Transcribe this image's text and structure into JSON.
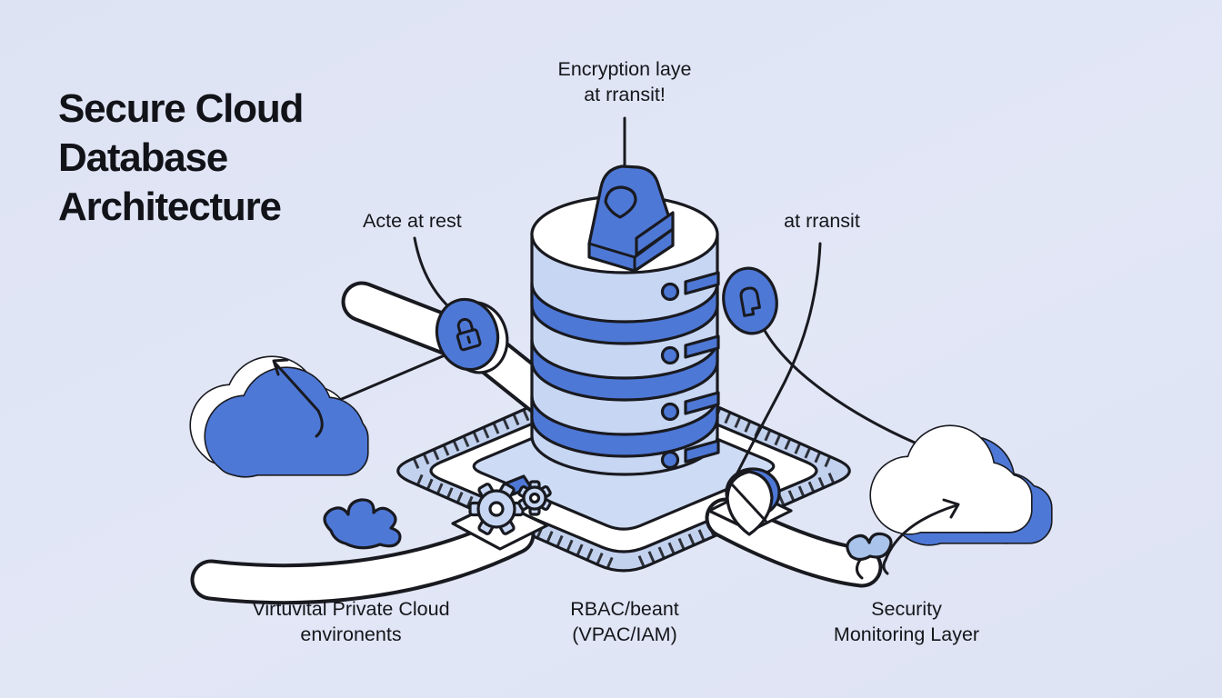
{
  "title": "Secure Cloud\nDatabase\nArchitecture",
  "labels": {
    "encryption": "Encryption laye\nat rransit!",
    "at_rest": "Acte at rest",
    "in_transit": "at rransit",
    "vpc": "Virtuvital Private Cloud\nenvironents",
    "rbac": "RBAC/beant\n(VPAC/IAM)",
    "security": "Security\nMonitoring Layer"
  },
  "icons": {
    "top_of_database": "padlock-icon",
    "left_junction": "padlock-coin-icon",
    "right_junction": "document-lock-coin-icon",
    "center": "database-icon",
    "platform": "isometric-platform",
    "left": "cloud-upload-icon",
    "right": "cloud-sync-icon",
    "platform_left_edge": "gears-icon",
    "platform_right_edge": "shield-icon"
  },
  "colors": {
    "background": "#dee3f4",
    "accent_blue": "#4e78d6",
    "light_blue": "#c7d6f2",
    "pale_blue": "#a9c3ea",
    "bevel_blue": "#c2d1ee",
    "pad_blue": "#cedbf4",
    "surface_white": "#ffffff",
    "ink": "#191a20"
  }
}
